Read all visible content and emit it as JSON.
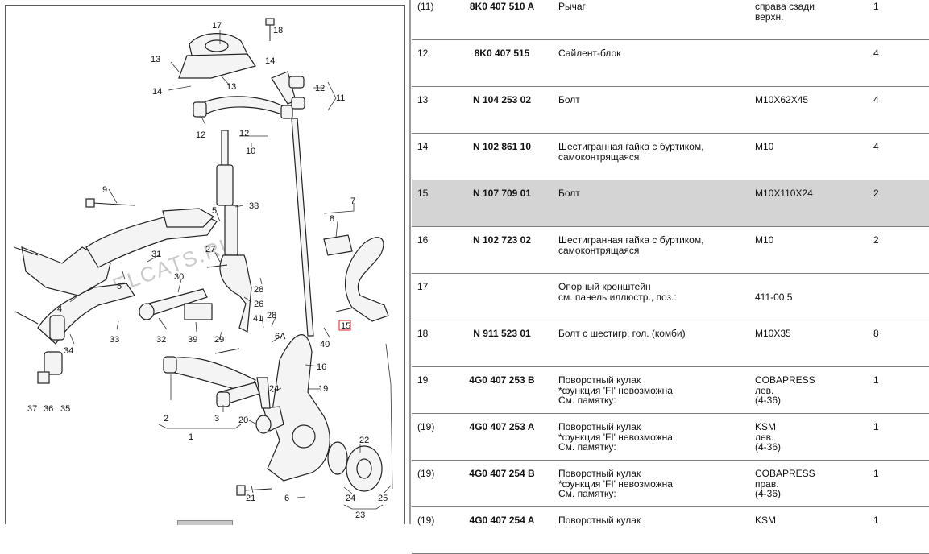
{
  "diagram": {
    "watermark": "ELCATS.RU",
    "callouts": [
      {
        "id": "c17",
        "text": "17"
      },
      {
        "id": "c18",
        "text": "18"
      },
      {
        "id": "c13a",
        "text": "13"
      },
      {
        "id": "c14a",
        "text": "14"
      },
      {
        "id": "c14b",
        "text": "14"
      },
      {
        "id": "c13b",
        "text": "13"
      },
      {
        "id": "c12a",
        "text": "12"
      },
      {
        "id": "c11",
        "text": "11"
      },
      {
        "id": "c12b",
        "text": "12"
      },
      {
        "id": "c12c",
        "text": "12"
      },
      {
        "id": "c10",
        "text": "10"
      },
      {
        "id": "c9",
        "text": "9"
      },
      {
        "id": "c7",
        "text": "7"
      },
      {
        "id": "c5a",
        "text": "5"
      },
      {
        "id": "c38",
        "text": "38"
      },
      {
        "id": "c8",
        "text": "8"
      },
      {
        "id": "c31",
        "text": "31"
      },
      {
        "id": "c27",
        "text": "27"
      },
      {
        "id": "c30",
        "text": "30"
      },
      {
        "id": "c5b",
        "text": "5"
      },
      {
        "id": "c28a",
        "text": "28"
      },
      {
        "id": "c4",
        "text": "4"
      },
      {
        "id": "c26",
        "text": "26"
      },
      {
        "id": "c41",
        "text": "41"
      },
      {
        "id": "c28b",
        "text": "28"
      },
      {
        "id": "c33",
        "text": "33"
      },
      {
        "id": "c32",
        "text": "32"
      },
      {
        "id": "c39",
        "text": "39"
      },
      {
        "id": "c29",
        "text": "29"
      },
      {
        "id": "c6a",
        "text": "6A"
      },
      {
        "id": "c40",
        "text": "40"
      },
      {
        "id": "c15",
        "text": "15"
      },
      {
        "id": "c34",
        "text": "34"
      },
      {
        "id": "c16",
        "text": "16"
      },
      {
        "id": "c19",
        "text": "19"
      },
      {
        "id": "c24a",
        "text": "24"
      },
      {
        "id": "c37",
        "text": "37"
      },
      {
        "id": "c36",
        "text": "36"
      },
      {
        "id": "c35",
        "text": "35"
      },
      {
        "id": "c2",
        "text": "2"
      },
      {
        "id": "c3",
        "text": "3"
      },
      {
        "id": "c20",
        "text": "20"
      },
      {
        "id": "c1",
        "text": "1"
      },
      {
        "id": "c22",
        "text": "22"
      },
      {
        "id": "c21",
        "text": "21"
      },
      {
        "id": "c6b",
        "text": "6"
      },
      {
        "id": "c24b",
        "text": "24"
      },
      {
        "id": "c25",
        "text": "25"
      },
      {
        "id": "c23",
        "text": "23"
      }
    ]
  },
  "table": {
    "rows": [
      {
        "pos": "(11)",
        "part_number": "8K0 407 510 A",
        "name": "Рычаг",
        "note": "справа сзади\nверхн.",
        "qty": "1",
        "selected": false
      },
      {
        "pos": "12",
        "part_number": "8K0 407 515",
        "name": "Сайлент-блок",
        "note": "",
        "qty": "4",
        "selected": false
      },
      {
        "pos": "13",
        "part_number": "N 104 253 02",
        "name": "Болт",
        "note": "M10X62X45",
        "qty": "4",
        "selected": false
      },
      {
        "pos": "14",
        "part_number": "N 102 861 10",
        "name": "Шестигранная гайка с буртиком,\nсамоконтрящаяся",
        "note": "M10",
        "qty": "4",
        "selected": false
      },
      {
        "pos": "15",
        "part_number": "N 107 709 01",
        "name": "Болт",
        "note": "M10X110X24",
        "qty": "2",
        "selected": true
      },
      {
        "pos": "16",
        "part_number": "N 102 723 02",
        "name": "Шестигранная гайка с буртиком,\nсамоконтрящаяся",
        "note": "M10",
        "qty": "2",
        "selected": false
      },
      {
        "pos": "17",
        "part_number": "",
        "name": "Опорный кронштейн\nсм. панель иллюстр., поз.:",
        "note": "\n411-00,5",
        "qty": "",
        "selected": false
      },
      {
        "pos": "18",
        "part_number": "N 911 523 01",
        "name": "Болт с шестигр. гол. (комби)",
        "note": "M10X35",
        "qty": "8",
        "selected": false
      },
      {
        "pos": "19",
        "part_number": "4G0 407 253 B",
        "name": "Поворотный кулак\n*функция 'FI' невозможна\nСм. памятку:",
        "note": "COBAPRESS\nлев.\n(4-36)",
        "qty": "1",
        "selected": false
      },
      {
        "pos": "(19)",
        "part_number": "4G0 407 253 A",
        "name": "Поворотный кулак\n*функция 'FI' невозможна\nСм. памятку:",
        "note": "KSM\nлев.\n(4-36)",
        "qty": "1",
        "selected": false
      },
      {
        "pos": "(19)",
        "part_number": "4G0 407 254 B",
        "name": "Поворотный кулак\n*функция 'FI' невозможна\nСм. памятку:",
        "note": "COBAPRESS\nправ.\n(4-36)",
        "qty": "1",
        "selected": false
      },
      {
        "pos": "(19)",
        "part_number": "4G0 407 254 A",
        "name": "Поворотный кулак",
        "note": "KSM",
        "qty": "1",
        "selected": false
      }
    ]
  }
}
